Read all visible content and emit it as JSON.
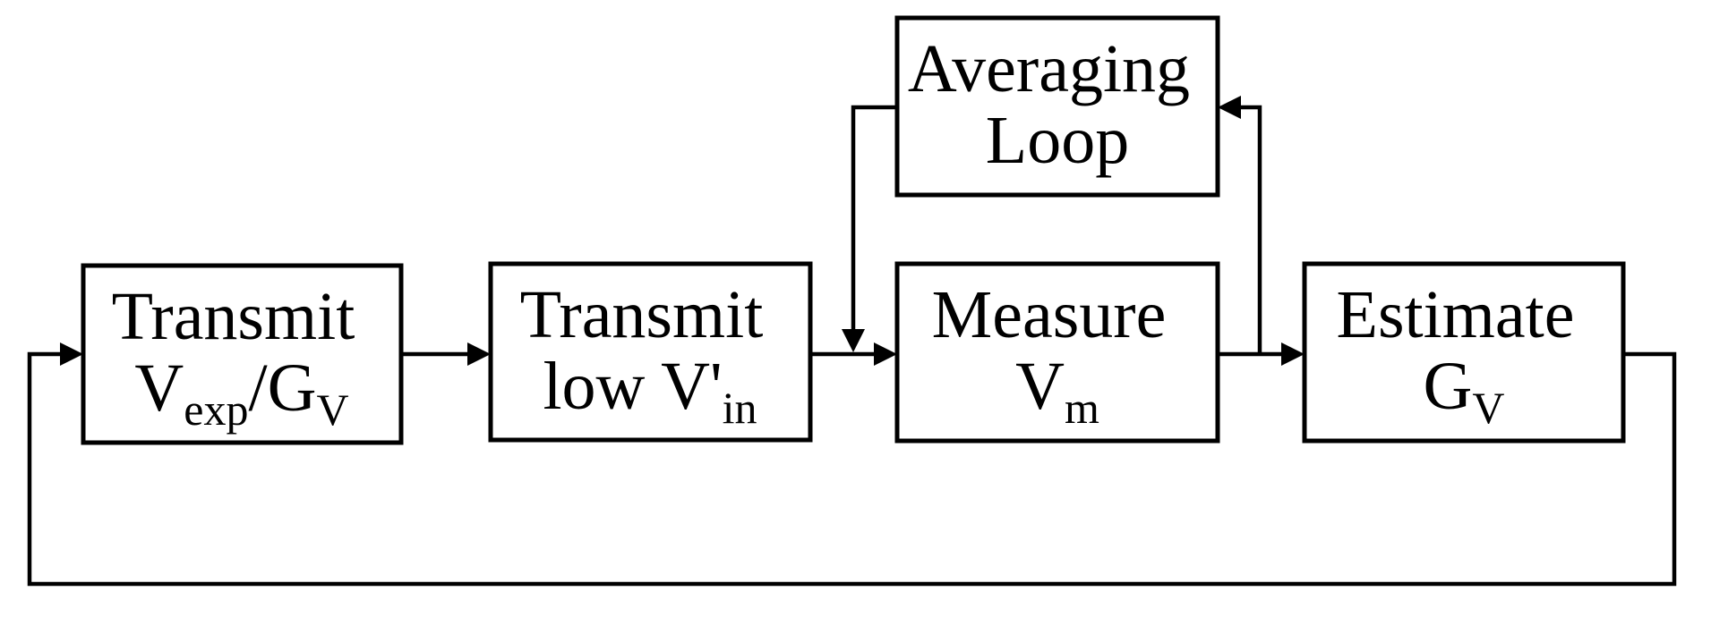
{
  "diagram": {
    "colors": {
      "background": "#ffffff",
      "stroke": "#000000",
      "text": "#000000"
    },
    "nodes": {
      "averaging_loop": {
        "line1": "Averaging",
        "line2": "Loop"
      },
      "transmit_vexp": {
        "line1": "Transmit",
        "line2": [
          {
            "t": "V"
          },
          {
            "t": "exp",
            "sub": true
          },
          {
            "t": "/G"
          },
          {
            "t": "V",
            "sub": true
          }
        ]
      },
      "transmit_low_vin": {
        "line1": "Transmit",
        "line2": [
          {
            "t": "low V'"
          },
          {
            "t": "in",
            "sub": true
          }
        ]
      },
      "measure_vm": {
        "line1": "Measure",
        "line2": [
          {
            "t": "V"
          },
          {
            "t": "m",
            "sub": true
          }
        ]
      },
      "estimate_gv": {
        "line1": "Estimate",
        "line2": [
          {
            "t": "G"
          },
          {
            "t": "V",
            "sub": true
          }
        ]
      }
    }
  }
}
